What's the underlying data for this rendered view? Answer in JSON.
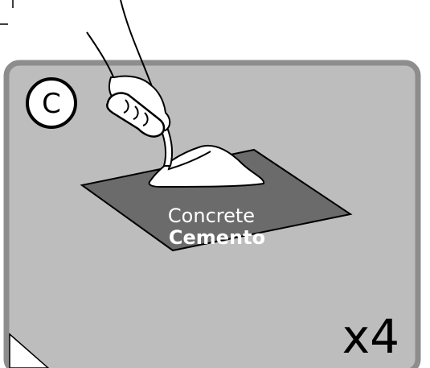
{
  "step": {
    "letter": "C"
  },
  "material": {
    "label_en": "Concrete",
    "label_es": "Cemento"
  },
  "quantity": {
    "label": "x4"
  },
  "colors": {
    "panel_fill": "#bdbdbd",
    "panel_border": "#8d8d8d",
    "sheet_fill": "#6b6b6b",
    "concrete_fill": "#ffffff",
    "outline": "#000000"
  }
}
